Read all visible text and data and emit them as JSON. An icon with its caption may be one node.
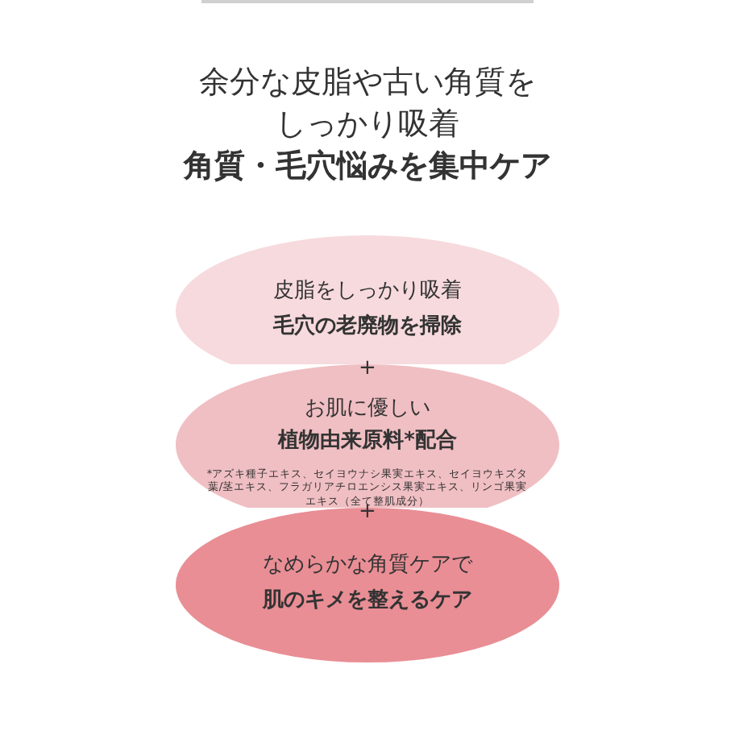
{
  "diagram": {
    "title": "余分な皮脂や古い角質をしっかり吸着",
    "nodes": [
      {
        "text": [
          "皮脂をしっかり吸着",
          "毛穴の老廃物を掃除"
        ]
      },
      {
        "text": [
          "お肌に優しい",
          "植物由来原料*配合",
          "*アズキ種子エキス、セイヨウナシ果実エキス、セイヨウキズタ葉/茎エキス、フラガリアチロエンシス果実エキス、リンゴ果実エキス（全て整肌成分）"
        ]
      },
      {
        "text": [
          "なめらかな角質ケアで",
          "肌のキメを整えるケア"
        ]
      }
    ],
    "labels": [
      "角質・毛穴悩みを集中ケア",
      "+",
      "+"
    ]
  }
}
